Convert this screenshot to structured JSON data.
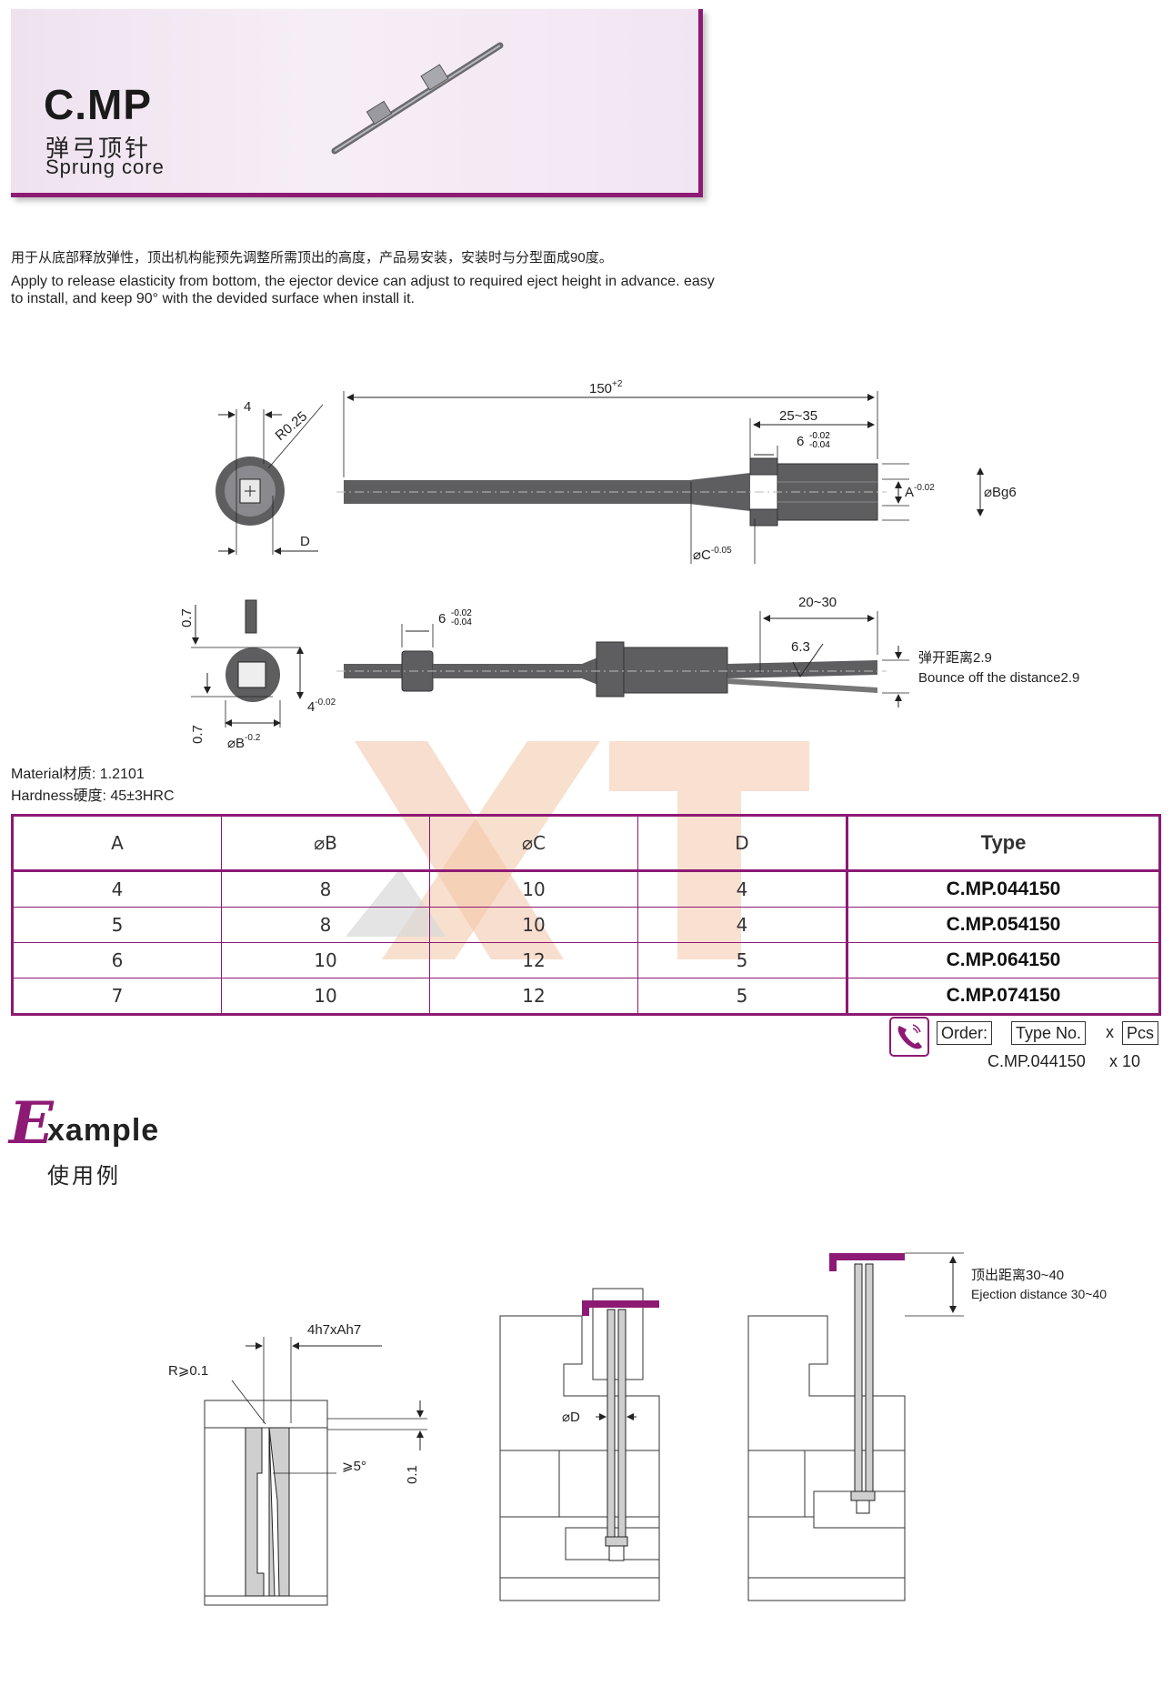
{
  "header": {
    "code": "C.MP",
    "name_cn": "弹弓顶针",
    "name_en": "Sprung core"
  },
  "description": {
    "cn": "用于从底部释放弹性，顶出机构能预先调整所需顶出的高度，产品易安装，安装时与分型面成90度。",
    "en": "Apply to release elasticity from bottom, the ejector device can adjust to required eject height in advance. easy to install, and keep 90°  with the devided surface when install it."
  },
  "drawing": {
    "len_total": "150",
    "len_total_tol": "+2",
    "len_25_35": "25~35",
    "six": "6",
    "six_tol_up": "-0.02",
    "six_tol_low": "-0.04",
    "a_label": "A",
    "a_tol": "-0.02",
    "b_label": "⌀Bg6",
    "c_label": "⌀C",
    "c_tol": "-0.05",
    "four": "4",
    "r025": "R0.25",
    "d_label": "D",
    "len_20_30": "20~30",
    "rough": "6.3",
    "bounce_cn": "弹开距离2.9",
    "bounce_en": "Bounce off the distance2.9",
    "zero7a": "0.7",
    "zero7b": "0.7",
    "four_tol": "4",
    "four_tol_val": "-0.02",
    "b_small": "⌀B",
    "b_small_tol": "-0.2"
  },
  "material": {
    "material_line": "Material材质: 1.2101",
    "hardness_line": "Hardness硬度: 45±3HRC"
  },
  "table": {
    "headers": [
      "A",
      "⌀B",
      "⌀C",
      "D",
      "Type"
    ],
    "rows": [
      [
        "4",
        "8",
        "10",
        "4",
        "C.MP.044150"
      ],
      [
        "5",
        "8",
        "10",
        "4",
        "C.MP.054150"
      ],
      [
        "6",
        "10",
        "12",
        "5",
        "C.MP.064150"
      ],
      [
        "7",
        "10",
        "12",
        "5",
        "C.MP.074150"
      ]
    ]
  },
  "order": {
    "order_label": "Order:",
    "type_label": "Type No.",
    "x": "x",
    "pcs_label": "Pcs",
    "example_type": "C.MP.044150",
    "example_qty": "x  10"
  },
  "example": {
    "title_first": "E",
    "title_rest": "xample",
    "title_cn": "使用例",
    "fit": "4h7xAh7",
    "radius": "R⩾0.1",
    "angle": "⩾5°",
    "gap": "0.1",
    "dia_d": "⌀D",
    "eject_cn": "顶出距离30~40",
    "eject_en": "Ejection distance 30~40"
  },
  "colors": {
    "accent": "#8d1a74",
    "part_gray": "#5e5e60",
    "watermark": "#f3c6a6"
  }
}
